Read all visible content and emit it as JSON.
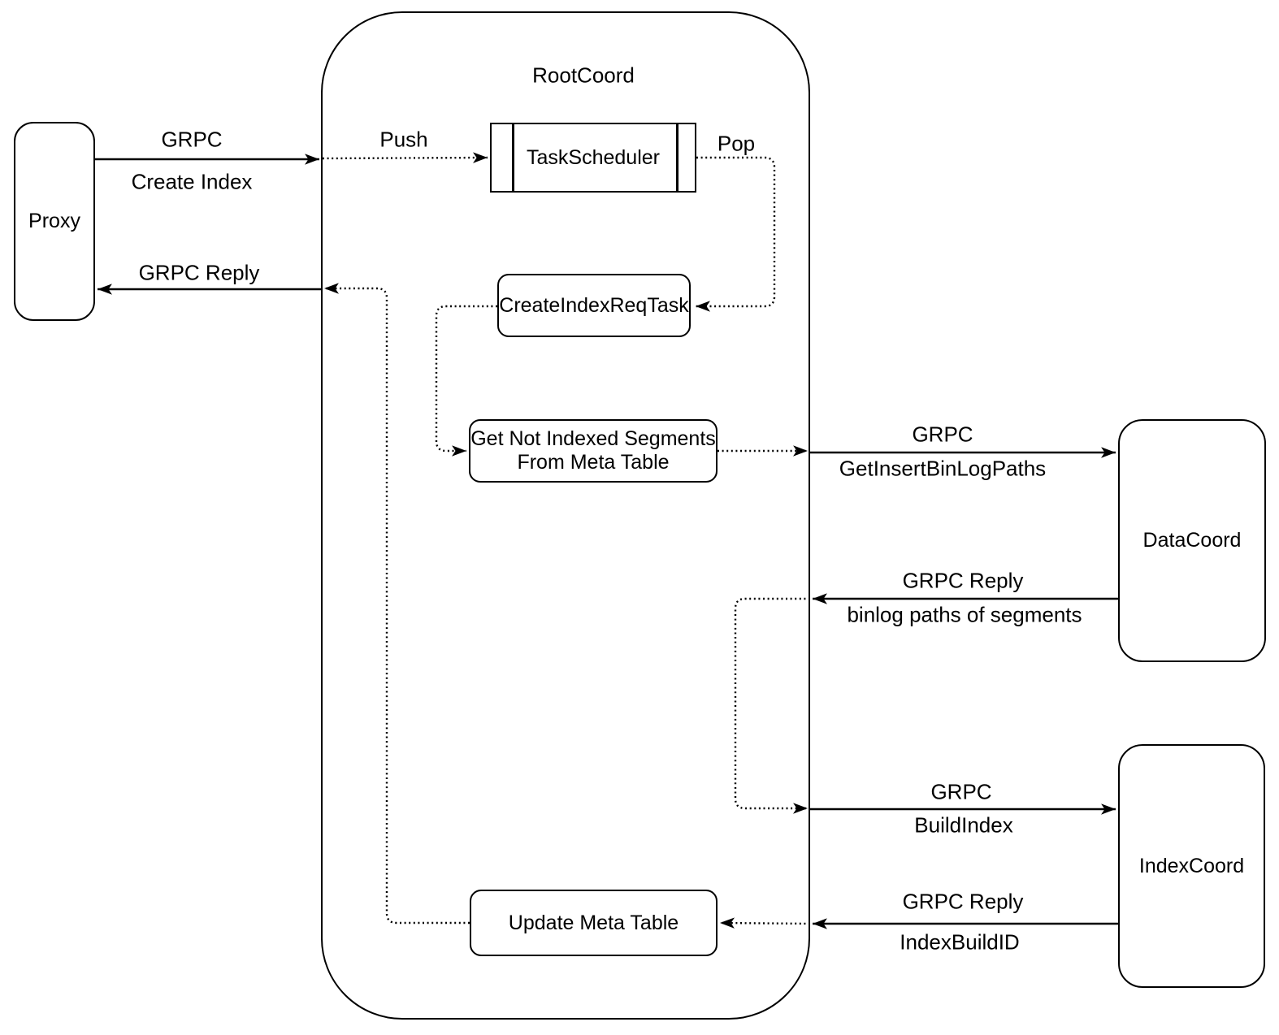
{
  "diagram": {
    "container_title": "RootCoord",
    "nodes": {
      "proxy": "Proxy",
      "task_scheduler": "TaskScheduler",
      "create_index_req_task": "CreateIndexReqTask",
      "get_not_indexed_line1": "Get Not Indexed Segments",
      "get_not_indexed_line2": "From Meta Table",
      "update_meta_table": "Update Meta Table",
      "data_coord": "DataCoord",
      "index_coord": "IndexCoord"
    },
    "edge_labels": {
      "create_index_protocol": "GRPC",
      "create_index_method": "Create Index",
      "push": "Push",
      "pop": "Pop",
      "reply_to_proxy": "GRPC Reply",
      "get_binlog_protocol": "GRPC",
      "get_binlog_method": "GetInsertBinLogPaths",
      "binlog_reply_protocol": "GRPC Reply",
      "binlog_reply_payload": "binlog paths of segments",
      "build_index_protocol": "GRPC",
      "build_index_method": "BuildIndex",
      "index_reply_protocol": "GRPC Reply",
      "index_reply_payload": "IndexBuildID"
    },
    "colors": {
      "stroke": "#000000",
      "background": "#ffffff",
      "text": "#000000"
    }
  }
}
